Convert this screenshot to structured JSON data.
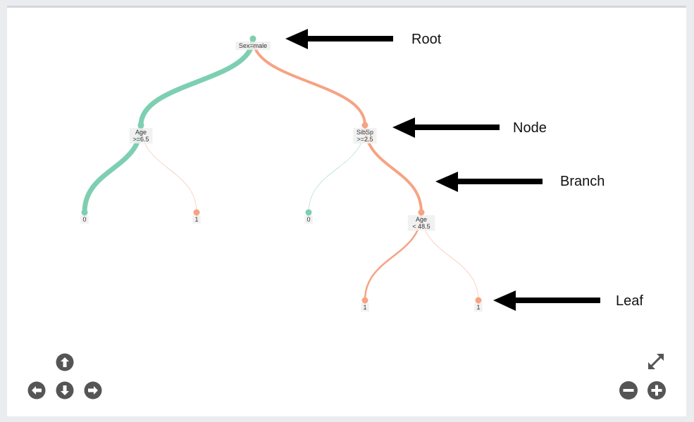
{
  "tree": {
    "colors": {
      "class0": "#7ecfb2",
      "class1": "#f6a383",
      "label_bg": "#eeeeee"
    },
    "nodes": [
      {
        "id": "root",
        "lines": [
          "Sex=male"
        ],
        "class": "class0"
      },
      {
        "id": "age1",
        "lines": [
          "Age",
          ">=6.5"
        ],
        "class": "class0"
      },
      {
        "id": "sibsp",
        "lines": [
          "SibSp",
          ">=2.5"
        ],
        "class": "class1"
      },
      {
        "id": "leaf-a",
        "lines": [
          "0"
        ],
        "class": "class0"
      },
      {
        "id": "leaf-b",
        "lines": [
          "1"
        ],
        "class": "class1"
      },
      {
        "id": "leaf-c",
        "lines": [
          "0"
        ],
        "class": "class0"
      },
      {
        "id": "age2",
        "lines": [
          "Age",
          "< 48.5"
        ],
        "class": "class1"
      },
      {
        "id": "leaf-d",
        "lines": [
          "1"
        ],
        "class": "class1"
      },
      {
        "id": "leaf-e",
        "lines": [
          "1"
        ],
        "class": "class1"
      }
    ],
    "edges": [
      {
        "from": "root",
        "to": "age1",
        "class": "class0",
        "weight": "heavy"
      },
      {
        "from": "root",
        "to": "sibsp",
        "class": "class1",
        "weight": "medium"
      },
      {
        "from": "age1",
        "to": "leaf-a",
        "class": "class0",
        "weight": "heavy"
      },
      {
        "from": "age1",
        "to": "leaf-b",
        "class": "class1",
        "weight": "thin"
      },
      {
        "from": "sibsp",
        "to": "leaf-c",
        "class": "class0",
        "weight": "thin"
      },
      {
        "from": "sibsp",
        "to": "age2",
        "class": "class1",
        "weight": "medium"
      },
      {
        "from": "age2",
        "to": "leaf-d",
        "class": "class1",
        "weight": "light"
      },
      {
        "from": "age2",
        "to": "leaf-e",
        "class": "class1",
        "weight": "thin"
      }
    ]
  },
  "annotations": [
    {
      "id": "root",
      "label": "Root"
    },
    {
      "id": "node",
      "label": "Node"
    },
    {
      "id": "branch",
      "label": "Branch"
    },
    {
      "id": "leaf",
      "label": "Leaf"
    }
  ],
  "controls": {
    "up": "arrow-up-icon",
    "left": "arrow-left-icon",
    "down": "arrow-down-icon",
    "right": "arrow-right-icon",
    "fullscreen": "expand-icon",
    "zoom_out": "zoom-out-icon",
    "zoom_in": "zoom-in-icon"
  }
}
